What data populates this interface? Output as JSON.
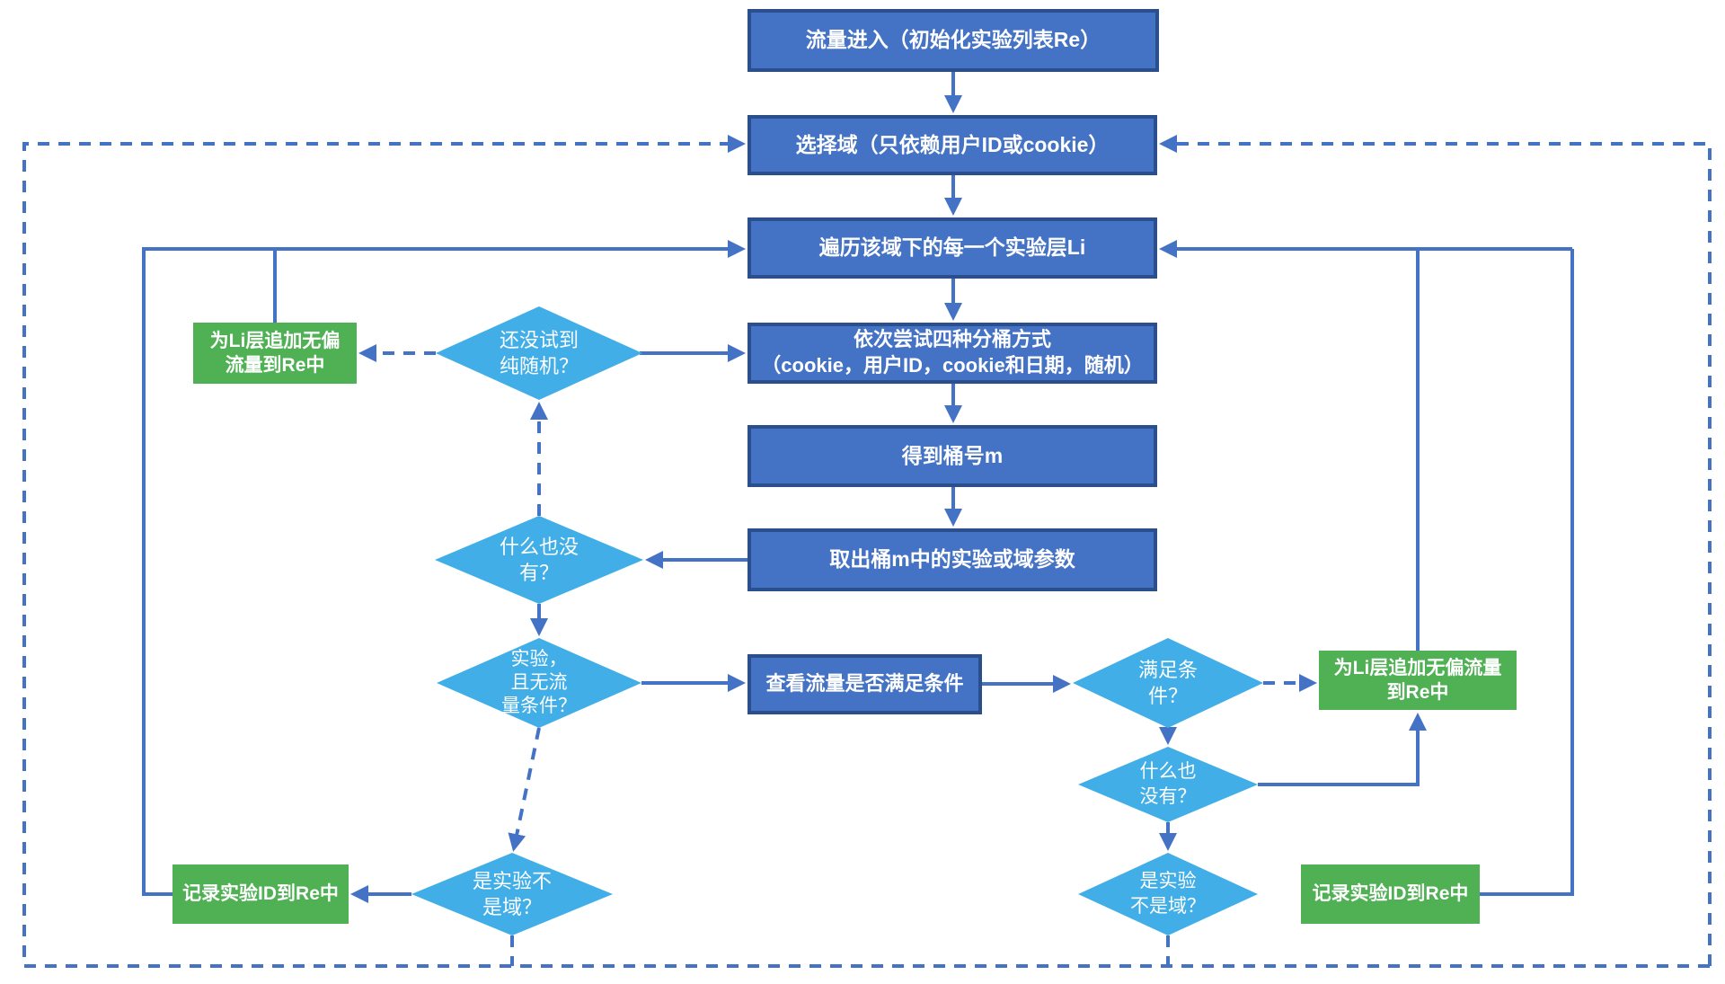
{
  "colors": {
    "process_fill": "#4472C4",
    "process_border": "#2B4E8C",
    "decision_fill": "#41AEE8",
    "action_fill": "#4FB054",
    "connector": "#4472C4",
    "text": "#FFFFFF",
    "background": "#FFFFFF"
  },
  "nodes": {
    "b1": "流量进入（初始化实验列表Re）",
    "b2": "选择域（只依赖用户ID或cookie）",
    "b3": "遍历该域下的每一个实验层Li",
    "b4": "依次尝试四种分桶方式\n（cookie，用户ID，cookie和日期，随机）",
    "b5": "得到桶号m",
    "b6": "取出桶m中的实验或域参数",
    "b7": "查看流量是否满足条件",
    "d1": "还没试到\n纯随机？",
    "d2": "什么也没\n有？",
    "d3": "实验，\n且无流\n量条件？",
    "d4": "是实验不\n是域？",
    "d5": "满足条\n件？",
    "d6": "什么也\n没有？",
    "d7": "是实验\n不是域？",
    "g1": "为Li层追加无偏\n流量到Re中",
    "g2": "记录实验ID到Re中",
    "g3": "为Li层追加无偏流量\n到Re中",
    "g4": "记录实验ID到Re中"
  }
}
